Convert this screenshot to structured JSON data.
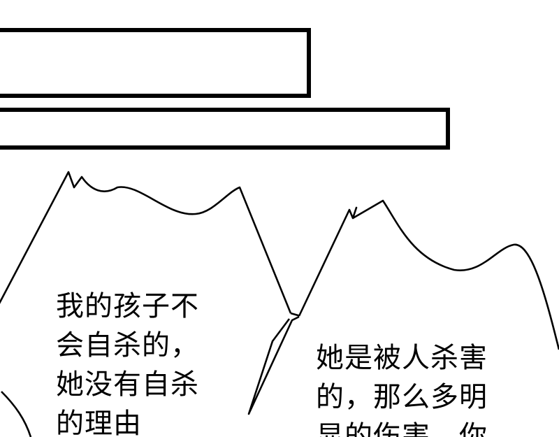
{
  "colors": {
    "ink": "#000000",
    "paper": "#ffffff"
  },
  "bubble_left": {
    "lines": [
      "我的孩子不",
      "会自杀的，",
      "她没有自杀",
      "的理由"
    ]
  },
  "bubble_right": {
    "lines": [
      "她是被人杀害",
      "的，那么多明",
      "显的伤害，你"
    ]
  }
}
